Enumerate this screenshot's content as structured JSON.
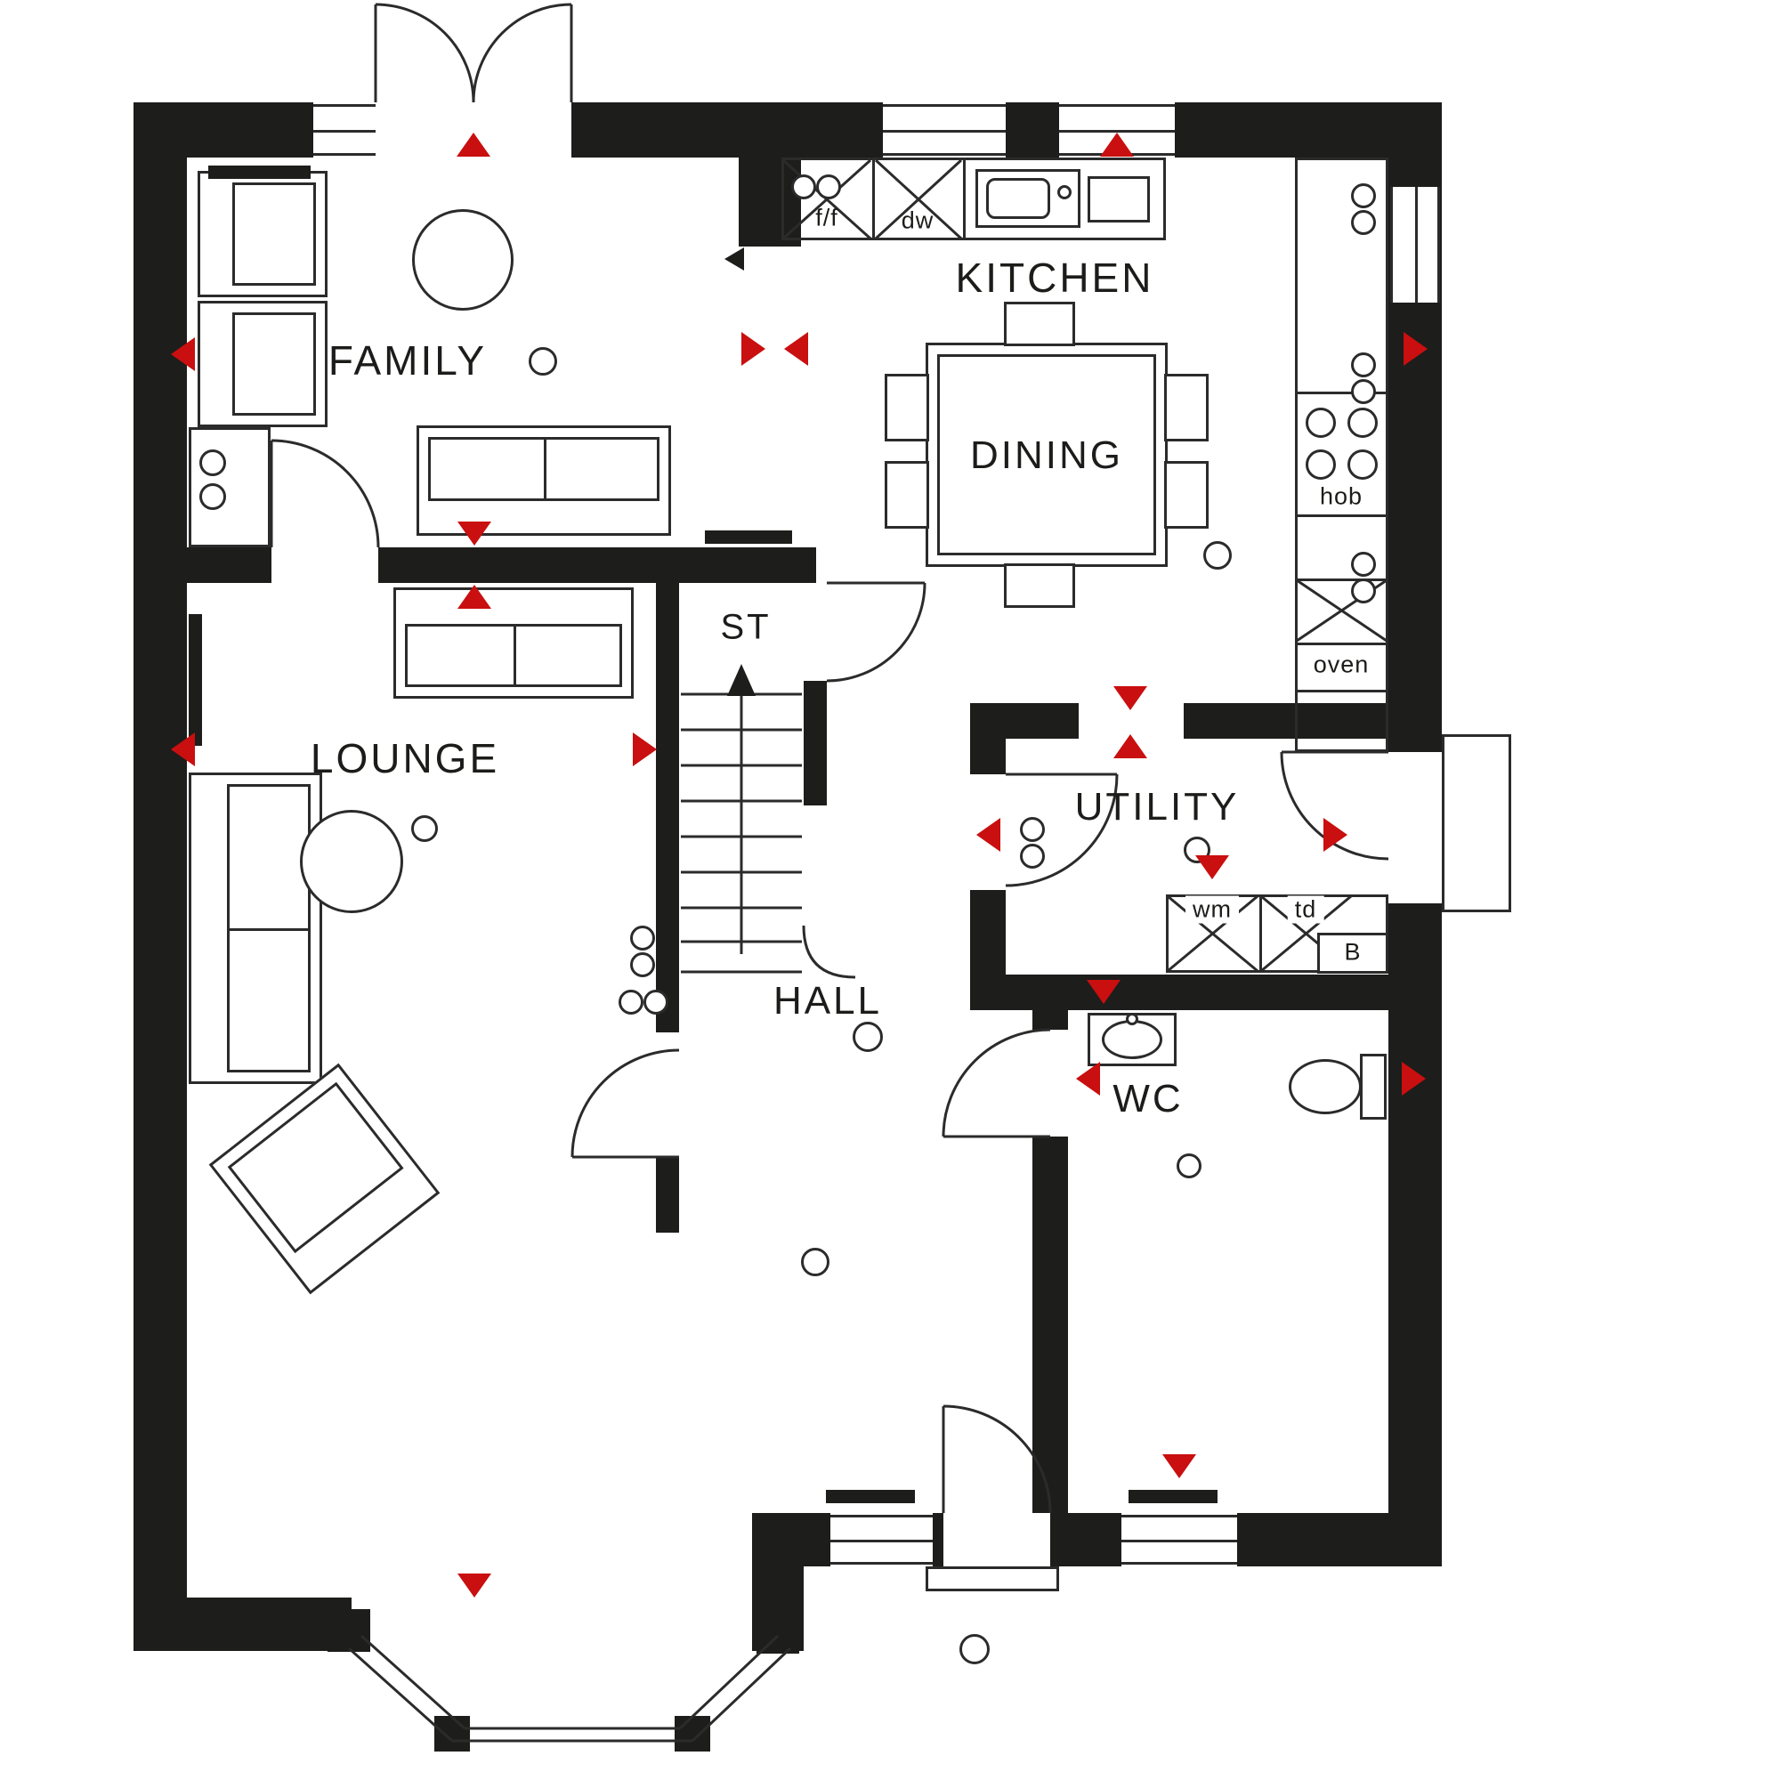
{
  "rooms": {
    "family": "FAMILY",
    "kitchen": "KITCHEN",
    "dining": "DINING",
    "lounge": "LOUNGE",
    "store": "ST",
    "hall": "HALL",
    "utility": "UTILITY",
    "wc": "WC"
  },
  "appliances": {
    "fridge_freezer": "f/f",
    "dishwasher": "dw",
    "hob": "hob",
    "oven": "oven",
    "washing_machine": "wm",
    "tumble_dryer": "td",
    "boiler": "B"
  },
  "colors": {
    "wall": "#1d1d1b",
    "line": "#2b2b2b",
    "marker": "#c90f0f",
    "background": "#ffffff"
  }
}
